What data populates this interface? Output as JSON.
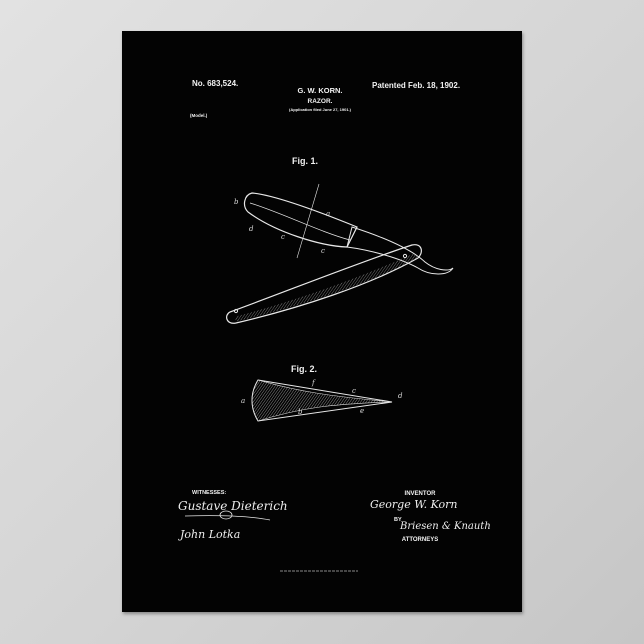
{
  "patent": {
    "number": "No. 683,524.",
    "inventor_header": "G. W. KORN.",
    "title": "RAZOR.",
    "application": "(Application filed June 27, 1901.)",
    "model": "(Model.)",
    "patented": "Patented Feb. 18, 1902."
  },
  "figures": [
    {
      "label": "Fig. 1.",
      "part_letters": [
        "b",
        "a",
        "d",
        "c",
        "c"
      ]
    },
    {
      "label": "Fig. 2.",
      "part_letters": [
        "a",
        "f",
        "c",
        "d",
        "b",
        "e"
      ]
    }
  ],
  "witnesses": {
    "heading": "WITNESSES:",
    "signatures": [
      "Gustave Dieterich",
      "John Lotka"
    ]
  },
  "inventor": {
    "heading": "INVENTOR",
    "signature": "George W. Korn",
    "by": "BY",
    "attorney_signature": "Briesen & Knauth",
    "attorneys": "ATTORNEYS"
  },
  "colors": {
    "poster": "#030303",
    "ink": "#f2f2f2",
    "wall": "#d4d4d4"
  }
}
